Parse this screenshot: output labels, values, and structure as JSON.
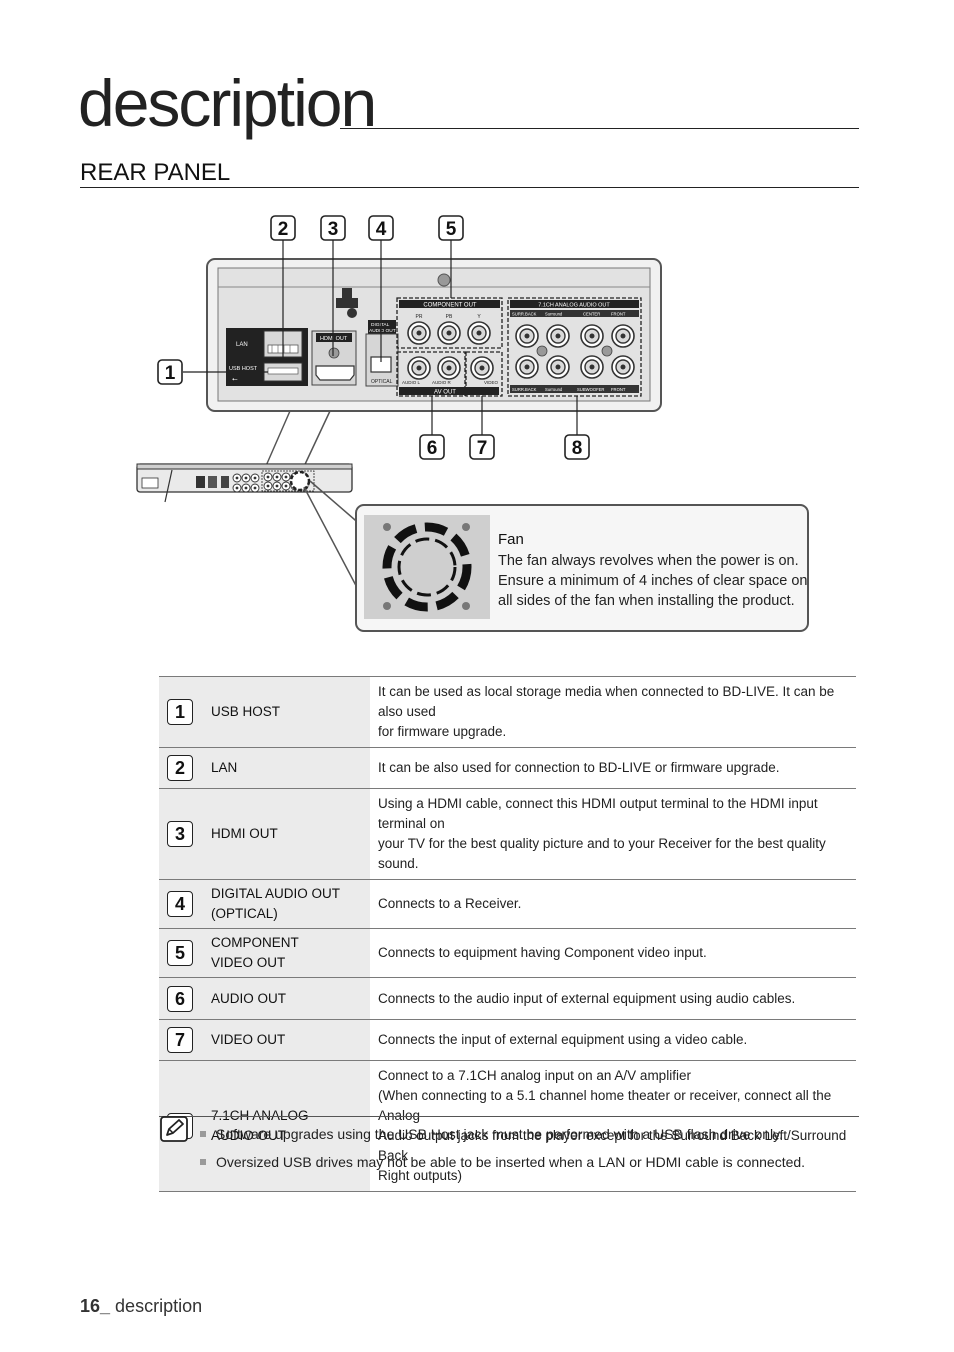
{
  "header": {
    "chapter_title": "description",
    "section_title": "REAR PANEL"
  },
  "diagram": {
    "callouts": [
      "1",
      "2",
      "3",
      "4",
      "5",
      "6",
      "7",
      "8"
    ],
    "panel_labels": {
      "lan": "LAN",
      "usb_host": "USB HOST",
      "hdmi_out": "HDMI OUT",
      "digital_audio_out_1": "DIGITAL",
      "digital_audio_out_2": "AUDIO OUT",
      "optical": "OPTICAL",
      "component_out": "COMPONENT OUT",
      "pr": "PR",
      "pb": "PB",
      "y": "Y",
      "audio_l": "AUDIO L",
      "audio_r": "AUDIO R",
      "video": "VIDEO",
      "av_out": "AV OUT",
      "analog_audio_out": "7.1CH ANALOG AUDIO OUT",
      "surr_back_top": "SURR.BACK",
      "surround_top": "Surround",
      "center": "CENTER",
      "front_top": "FRONT",
      "surr_back_bottom": "SURR.BACK",
      "surround_bottom": "Surround",
      "subwoofer": "SUBWOOFER",
      "front_bottom": "FRONT"
    },
    "fan": {
      "title": "Fan",
      "line1": "The fan always revolves when the power is on.",
      "line2": "Ensure a minimum of 4 inches of clear space on",
      "line3": "all sides of the fan when installing the product."
    }
  },
  "table": {
    "rows": [
      {
        "num": "1",
        "name": [
          "USB HOST"
        ],
        "desc": [
          "It can be used as local storage media when connected to BD-LIVE. It can be also used",
          "for firmware upgrade."
        ]
      },
      {
        "num": "2",
        "name": [
          "LAN"
        ],
        "desc": [
          "It can be also used for connection to BD-LIVE or firmware upgrade."
        ]
      },
      {
        "num": "3",
        "name": [
          "HDMI OUT"
        ],
        "desc": [
          "Using a HDMI cable, connect this HDMI output terminal to the HDMI input terminal on",
          "your TV for the best quality picture and to your Receiver for the best quality sound."
        ]
      },
      {
        "num": "4",
        "name": [
          "DIGITAL AUDIO OUT",
          "(OPTICAL)"
        ],
        "desc": [
          "Connects to a Receiver."
        ]
      },
      {
        "num": "5",
        "name": [
          "COMPONENT",
          "VIDEO OUT"
        ],
        "desc": [
          "Connects to equipment having Component video input."
        ]
      },
      {
        "num": "6",
        "name": [
          "AUDIO OUT"
        ],
        "desc": [
          "Connects to the audio input of external equipment using audio cables."
        ]
      },
      {
        "num": "7",
        "name": [
          "VIDEO OUT"
        ],
        "desc": [
          "Connects the input of external equipment using a video cable."
        ]
      },
      {
        "num": "8",
        "name": [
          "7.1CH ANALOG",
          "AUDIO OUT"
        ],
        "desc": [
          "Connect to a 7.1CH analog input on an A/V amplifier",
          "(When connecting to a 5.1 channel home theater or receiver, connect all the Analog",
          "Audio output jacks from the player except for the Surround Back Left/Surround Back",
          "Right outputs)"
        ]
      }
    ]
  },
  "notes": [
    "Software upgrades using the USB Host jack must be performed with a USB flash drive only.",
    "Oversized USB drives may not be able to be inserted when a LAN or HDMI cable is connected."
  ],
  "footer": {
    "page_number": "16_",
    "section": " description"
  }
}
